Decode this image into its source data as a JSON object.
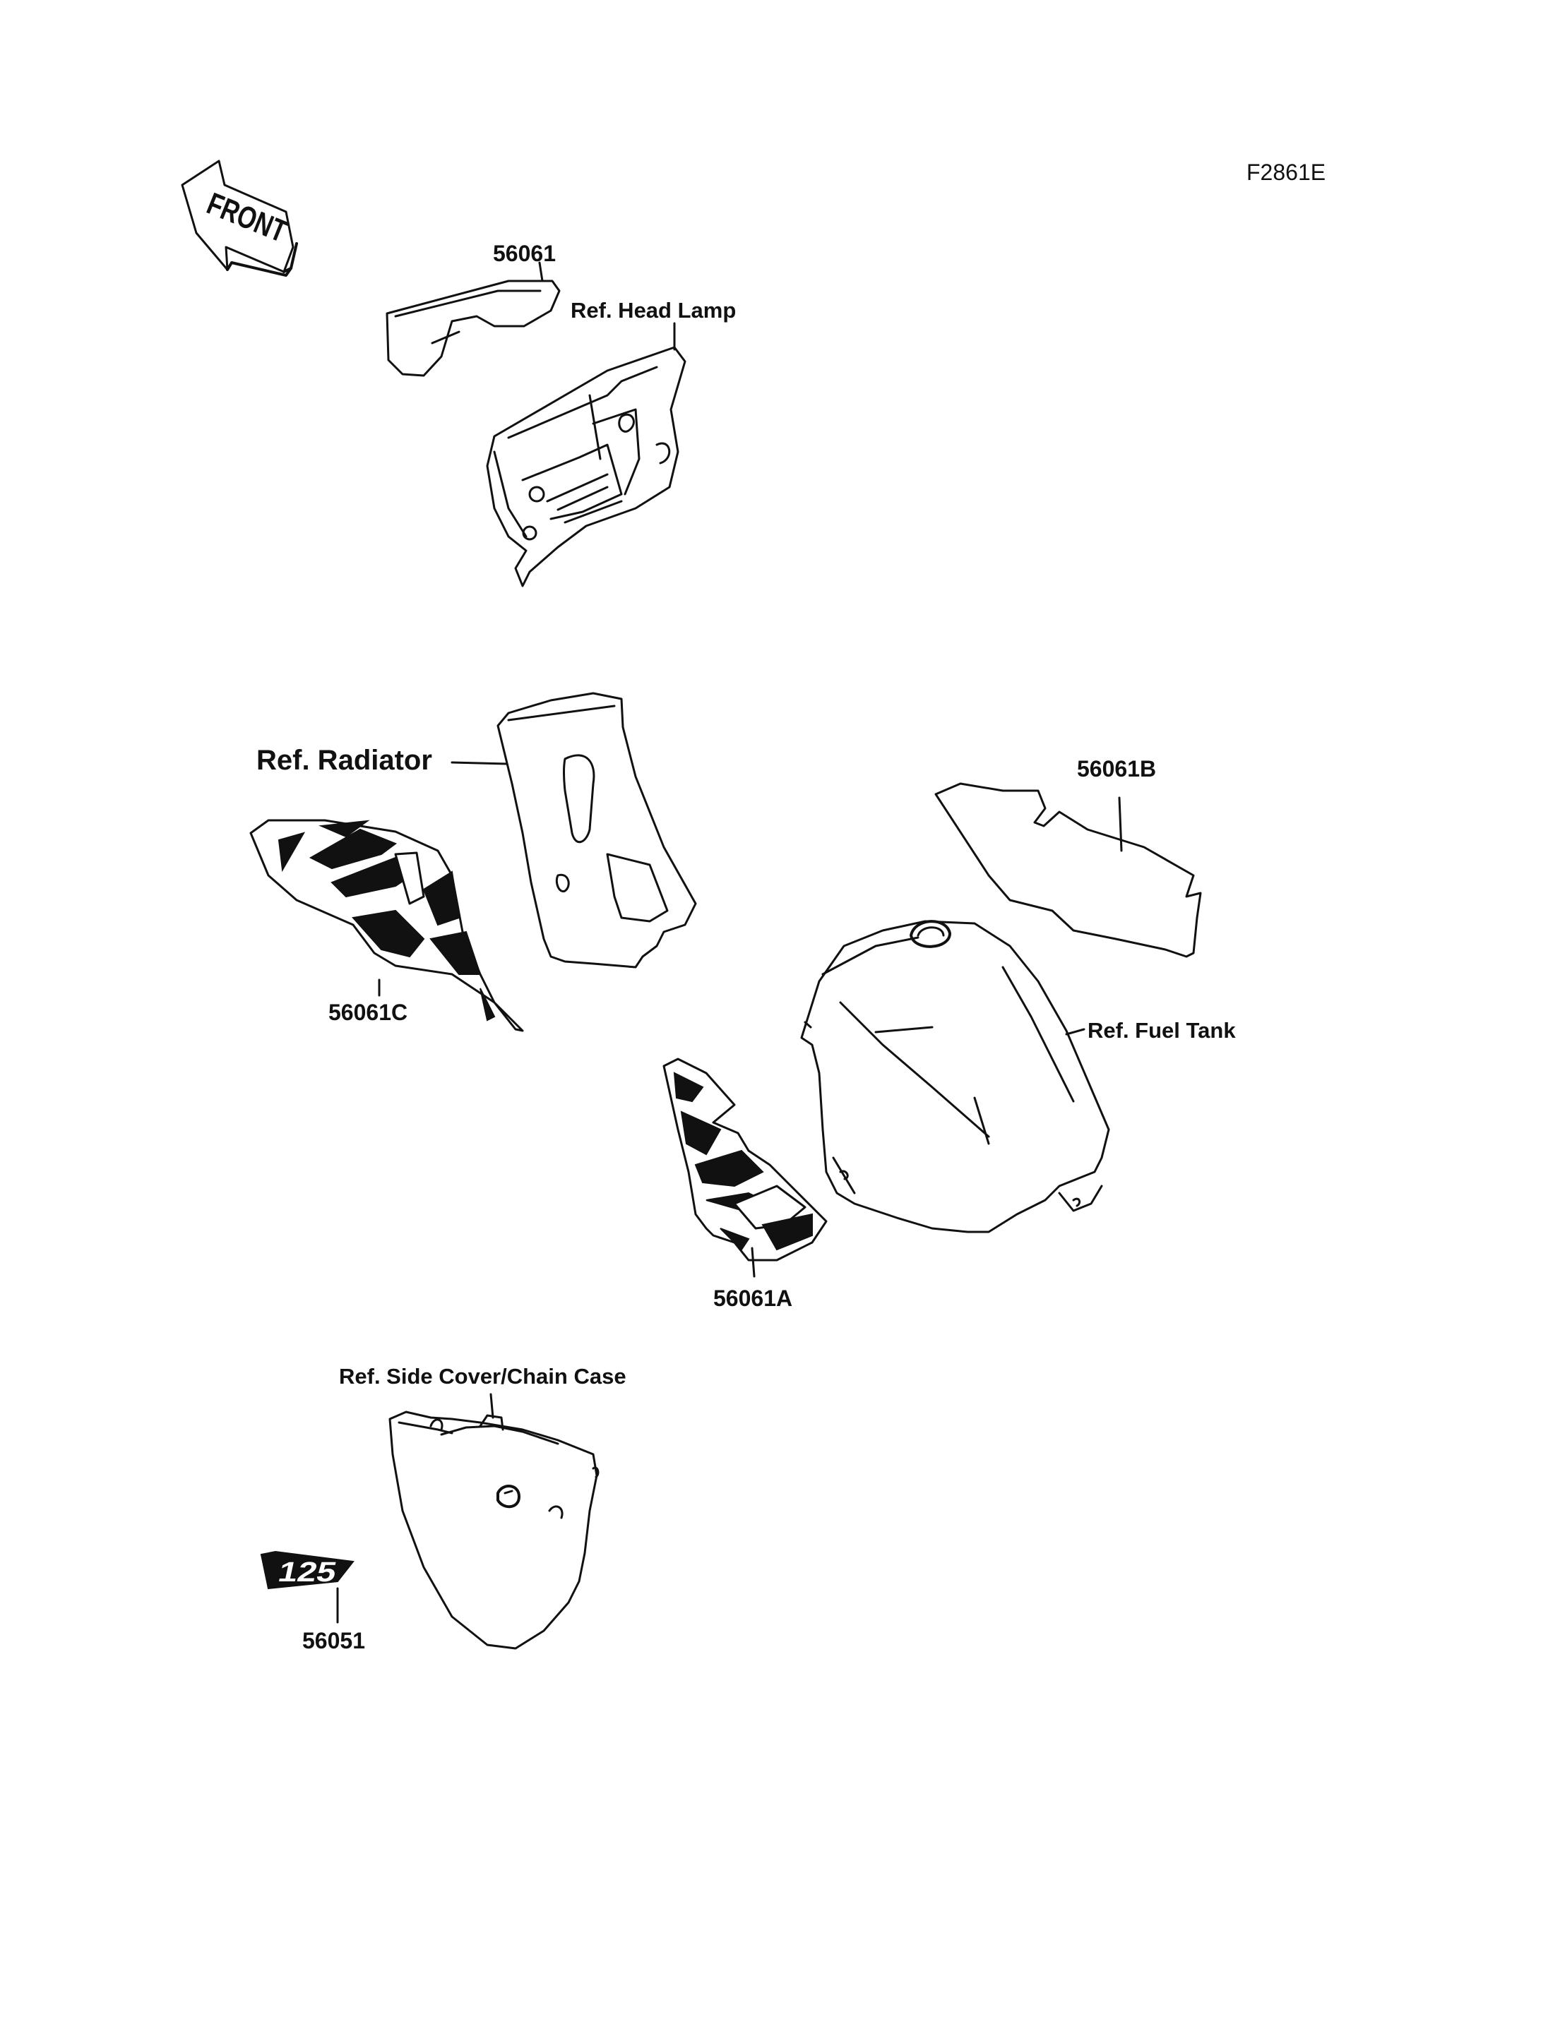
{
  "drawing_code": "F2861E",
  "front_arrow_label": "FRONT",
  "parts": [
    {
      "number": "56061"
    },
    {
      "number": "56061B"
    },
    {
      "number": "56061C"
    },
    {
      "number": "56061A"
    },
    {
      "number": "56051"
    }
  ],
  "references": [
    {
      "label": "Ref. Head Lamp"
    },
    {
      "label": "Ref. Radiator"
    },
    {
      "label": "Ref. Fuel Tank"
    },
    {
      "label": "Ref. Side Cover/Chain Case"
    }
  ],
  "emblem_text": "125"
}
